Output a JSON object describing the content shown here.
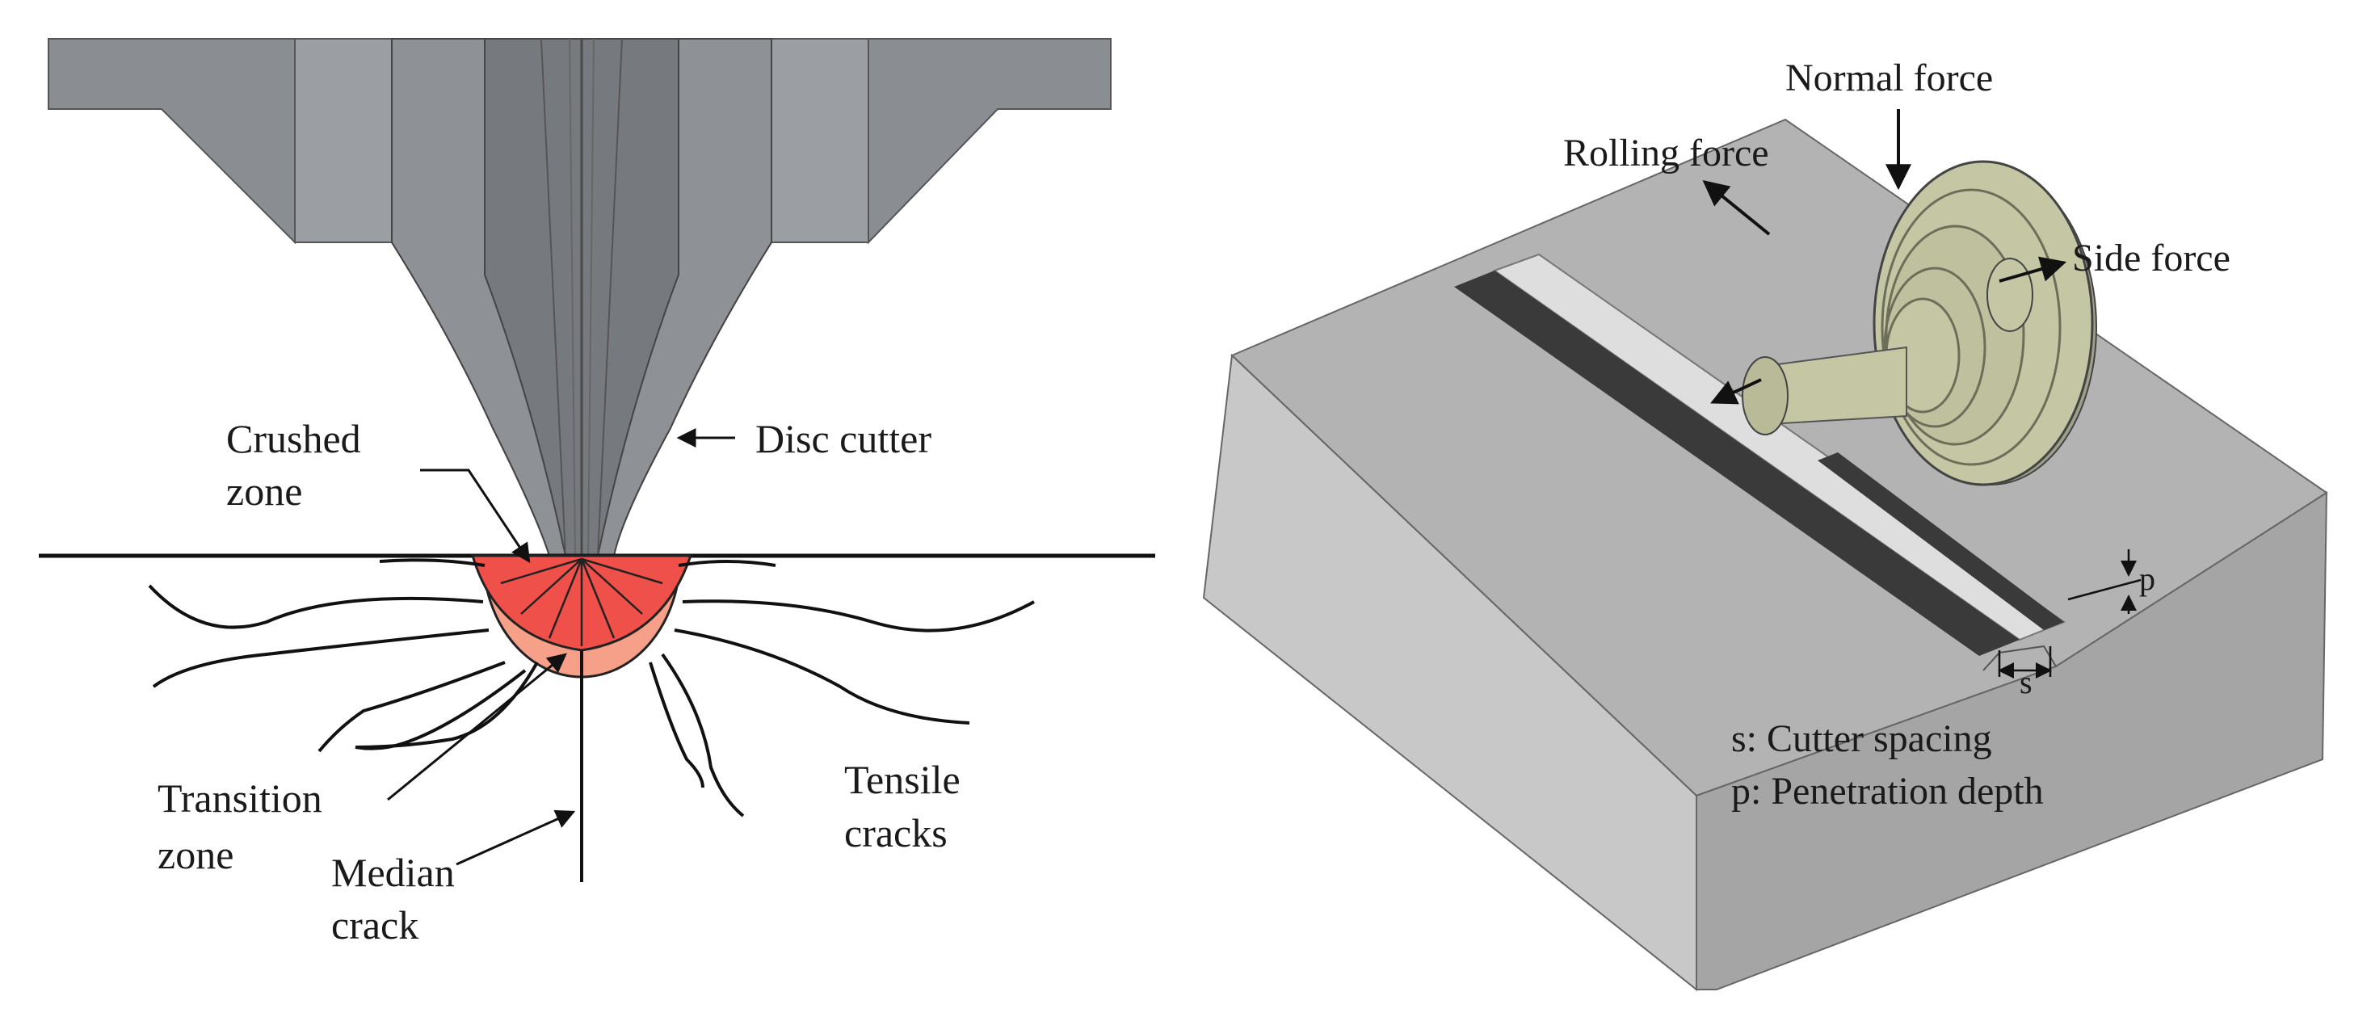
{
  "left_diagram": {
    "labels": {
      "crushed_zone_line1": "Crushed",
      "crushed_zone_line2": "zone",
      "disc_cutter": "Disc cutter",
      "transition_zone_line1": "Transition",
      "transition_zone_line2": "zone",
      "median_crack_line1": "Median",
      "median_crack_line2": "crack",
      "tensile_cracks_line1": "Tensile",
      "tensile_cracks_line2": "cracks"
    },
    "colors": {
      "cutter_dark": "#6b6e72",
      "cutter_light": "#9a9da1",
      "crushed_zone": "#f0504a",
      "transition_zone": "#f6a08a"
    }
  },
  "right_diagram": {
    "labels": {
      "normal_force": "Normal force",
      "rolling_force": "Rolling force",
      "side_force": "Side force",
      "spacing_symbol": "s",
      "depth_symbol": "p",
      "legend_spacing": "s: Cutter spacing",
      "legend_depth": "p: Penetration depth"
    },
    "colors": {
      "block_top": "#b3b3b3",
      "block_front": "#a5a5a5",
      "block_side": "#c8c8c8",
      "groove_dark": "#3a3a3a",
      "groove_light": "#dedede",
      "cutter_body": "#c5c7a4"
    }
  }
}
